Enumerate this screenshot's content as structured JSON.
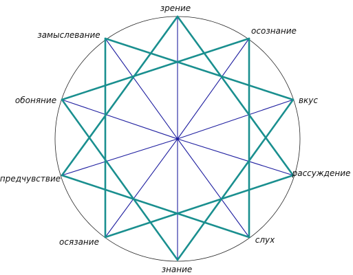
{
  "diagram": {
    "nodes": [
      {
        "id": "n0",
        "label": "зрение"
      },
      {
        "id": "n1",
        "label": "осознание"
      },
      {
        "id": "n2",
        "label": "вкус"
      },
      {
        "id": "n3",
        "label": "рассуждение"
      },
      {
        "id": "n4",
        "label": "слух"
      },
      {
        "id": "n5",
        "label": "знание"
      },
      {
        "id": "n6",
        "label": "осязание"
      },
      {
        "id": "n7",
        "label": "предчувствие"
      },
      {
        "id": "n8",
        "label": "обоняние"
      },
      {
        "id": "n9",
        "label": "замыслевание"
      }
    ],
    "outer_star_step": 3,
    "inner_lines": "center-spokes",
    "colors": {
      "circle": "#222222",
      "star": "#1a8f8f",
      "spokes": "#1f1fa0"
    }
  }
}
